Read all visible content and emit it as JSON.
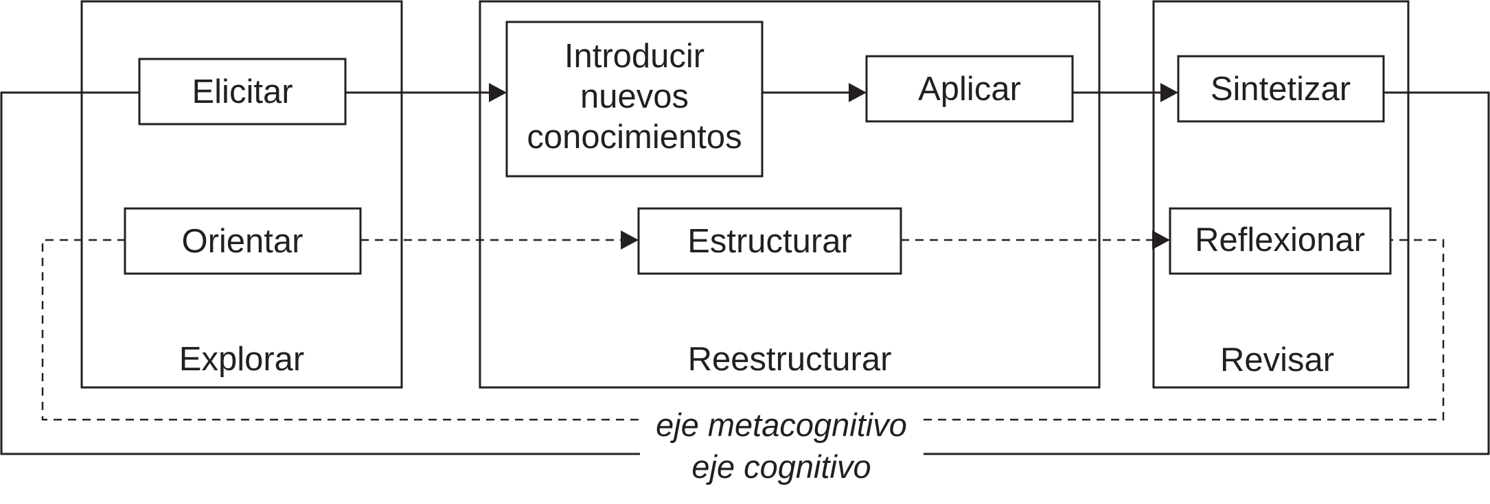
{
  "phases": {
    "explore": "Explorar",
    "restructure": "Reestructurar",
    "review": "Revisar"
  },
  "steps": {
    "elicit": "Elicitar",
    "orient": "Orientar",
    "introduce": [
      "Introducir",
      "nuevos",
      "conocimientos"
    ],
    "apply": "Aplicar",
    "structure": "Estructurar",
    "synthesize": "Sintetizar",
    "reflect": "Reflexionar"
  },
  "axes": {
    "metacognitive": "eje metacognitivo",
    "cognitive": "eje cognitivo"
  },
  "colors": {
    "ink": "#231f20",
    "background": "#ffffff"
  }
}
